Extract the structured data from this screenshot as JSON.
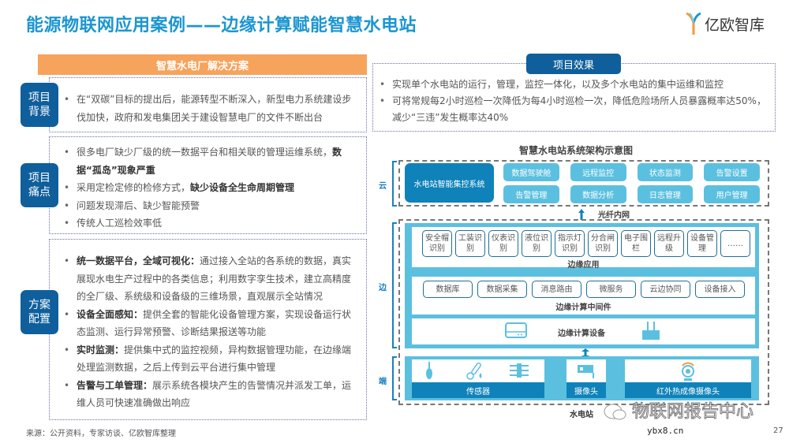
{
  "header": {
    "title": "能源物联网应用案例——边缘计算赋能智慧水电站",
    "logo": "亿欧智库"
  },
  "left": {
    "banner": "智慧水电厂解决方案",
    "sections": [
      {
        "tag": "项目背景",
        "items": [
          {
            "bold": "",
            "text": "在“双碳”目标的提出后，能源转型不断深入，新型电力系统建设步伐加快，政府和发电集团关于建设智慧电厂的文件不断出台"
          }
        ]
      },
      {
        "tag": "项目痛点",
        "items": [
          {
            "text": "很多电厂缺少厂级的统一数据平台和相关联的管理运维系统，",
            "bold": "数据“孤岛”现象严重"
          },
          {
            "text": "采用定检定修的检修方式，",
            "bold": "缺少设备全生命周期管理"
          },
          {
            "text": "问题发现滞后、缺少智能预警",
            "bold": ""
          },
          {
            "text": "传统人工巡检效率低",
            "bold": ""
          }
        ]
      },
      {
        "tag": "方案配置",
        "items": [
          {
            "bold": "统一数据平台，全域可视化：",
            "text": "通过接入全站的各系统的数据，真实展现水电生产过程中的各类信息；利用数字孪生技术，建立高精度的全厂级、系统级和设备级的三维场景，直观展示全站情况"
          },
          {
            "bold": "设备全面感知：",
            "text": "提供全套的智能化设备管理方案，实现设备运行状态监测、运行异常预警、诊断结果报送等功能"
          },
          {
            "bold": "实时监测：",
            "text": "提供集中式的监控视频，异构数据管理功能，在边缘端处理监测数据，之后上传到云平台进行集中管理"
          },
          {
            "bold": "告警与工单管理：",
            "text": "展示系统各模块产生的告警情况并派发工单，运维人员可快速准确做出响应"
          }
        ]
      }
    ]
  },
  "effect": {
    "title": "项目效果",
    "items": [
      "实现单个水电站的运行，管理，监控一体化，以及多个水电站的集中运维和监控",
      "可将常规每2小时巡检一次降低为每4小时巡检一次，降低危险场所人员暴露概率达50%，减少“三违”发生概率达40%"
    ]
  },
  "diagram": {
    "title": "智慧水电站系统架构示意图",
    "cloud_label": "云",
    "edge_label": "边",
    "end_label": "端",
    "cloud_main": "水电站智能集控系统",
    "cloud_items": [
      "数据驾驶舱",
      "远程监控",
      "状态监测",
      "告警设置",
      "告警管理",
      "数据分析",
      "日志管理",
      "用户管理"
    ],
    "network": "光纤内网",
    "apps": [
      "安全帽识别",
      "工装识别",
      "仪表识别",
      "液位识别",
      "指示灯识别",
      "分合闸识别",
      "电子围栏",
      "远程升级",
      "设备管理",
      "……"
    ],
    "apps_label": "边缘应用",
    "middleware": [
      "数据库",
      "数据采集",
      "消息路由",
      "微服务",
      "云边协同",
      "设备接入"
    ],
    "middleware_label": "边缘计算中间件",
    "device_label": "边缘计算设备",
    "end_items": [
      "传感器",
      "摄像头",
      "红外热成像摄像头"
    ],
    "station_label": "水电站"
  },
  "footer": {
    "source": "来源：公开资料，专家访谈、亿欧智库整理",
    "page": "27"
  },
  "watermark": {
    "text": "物联网报告中心",
    "url": "ybx8.cn"
  },
  "colors": {
    "title": "#1b96d0",
    "banner": "#f6a35c",
    "tag": "#0f5f9c",
    "light": "#5bc0e0",
    "dark": "#0f82b9"
  }
}
